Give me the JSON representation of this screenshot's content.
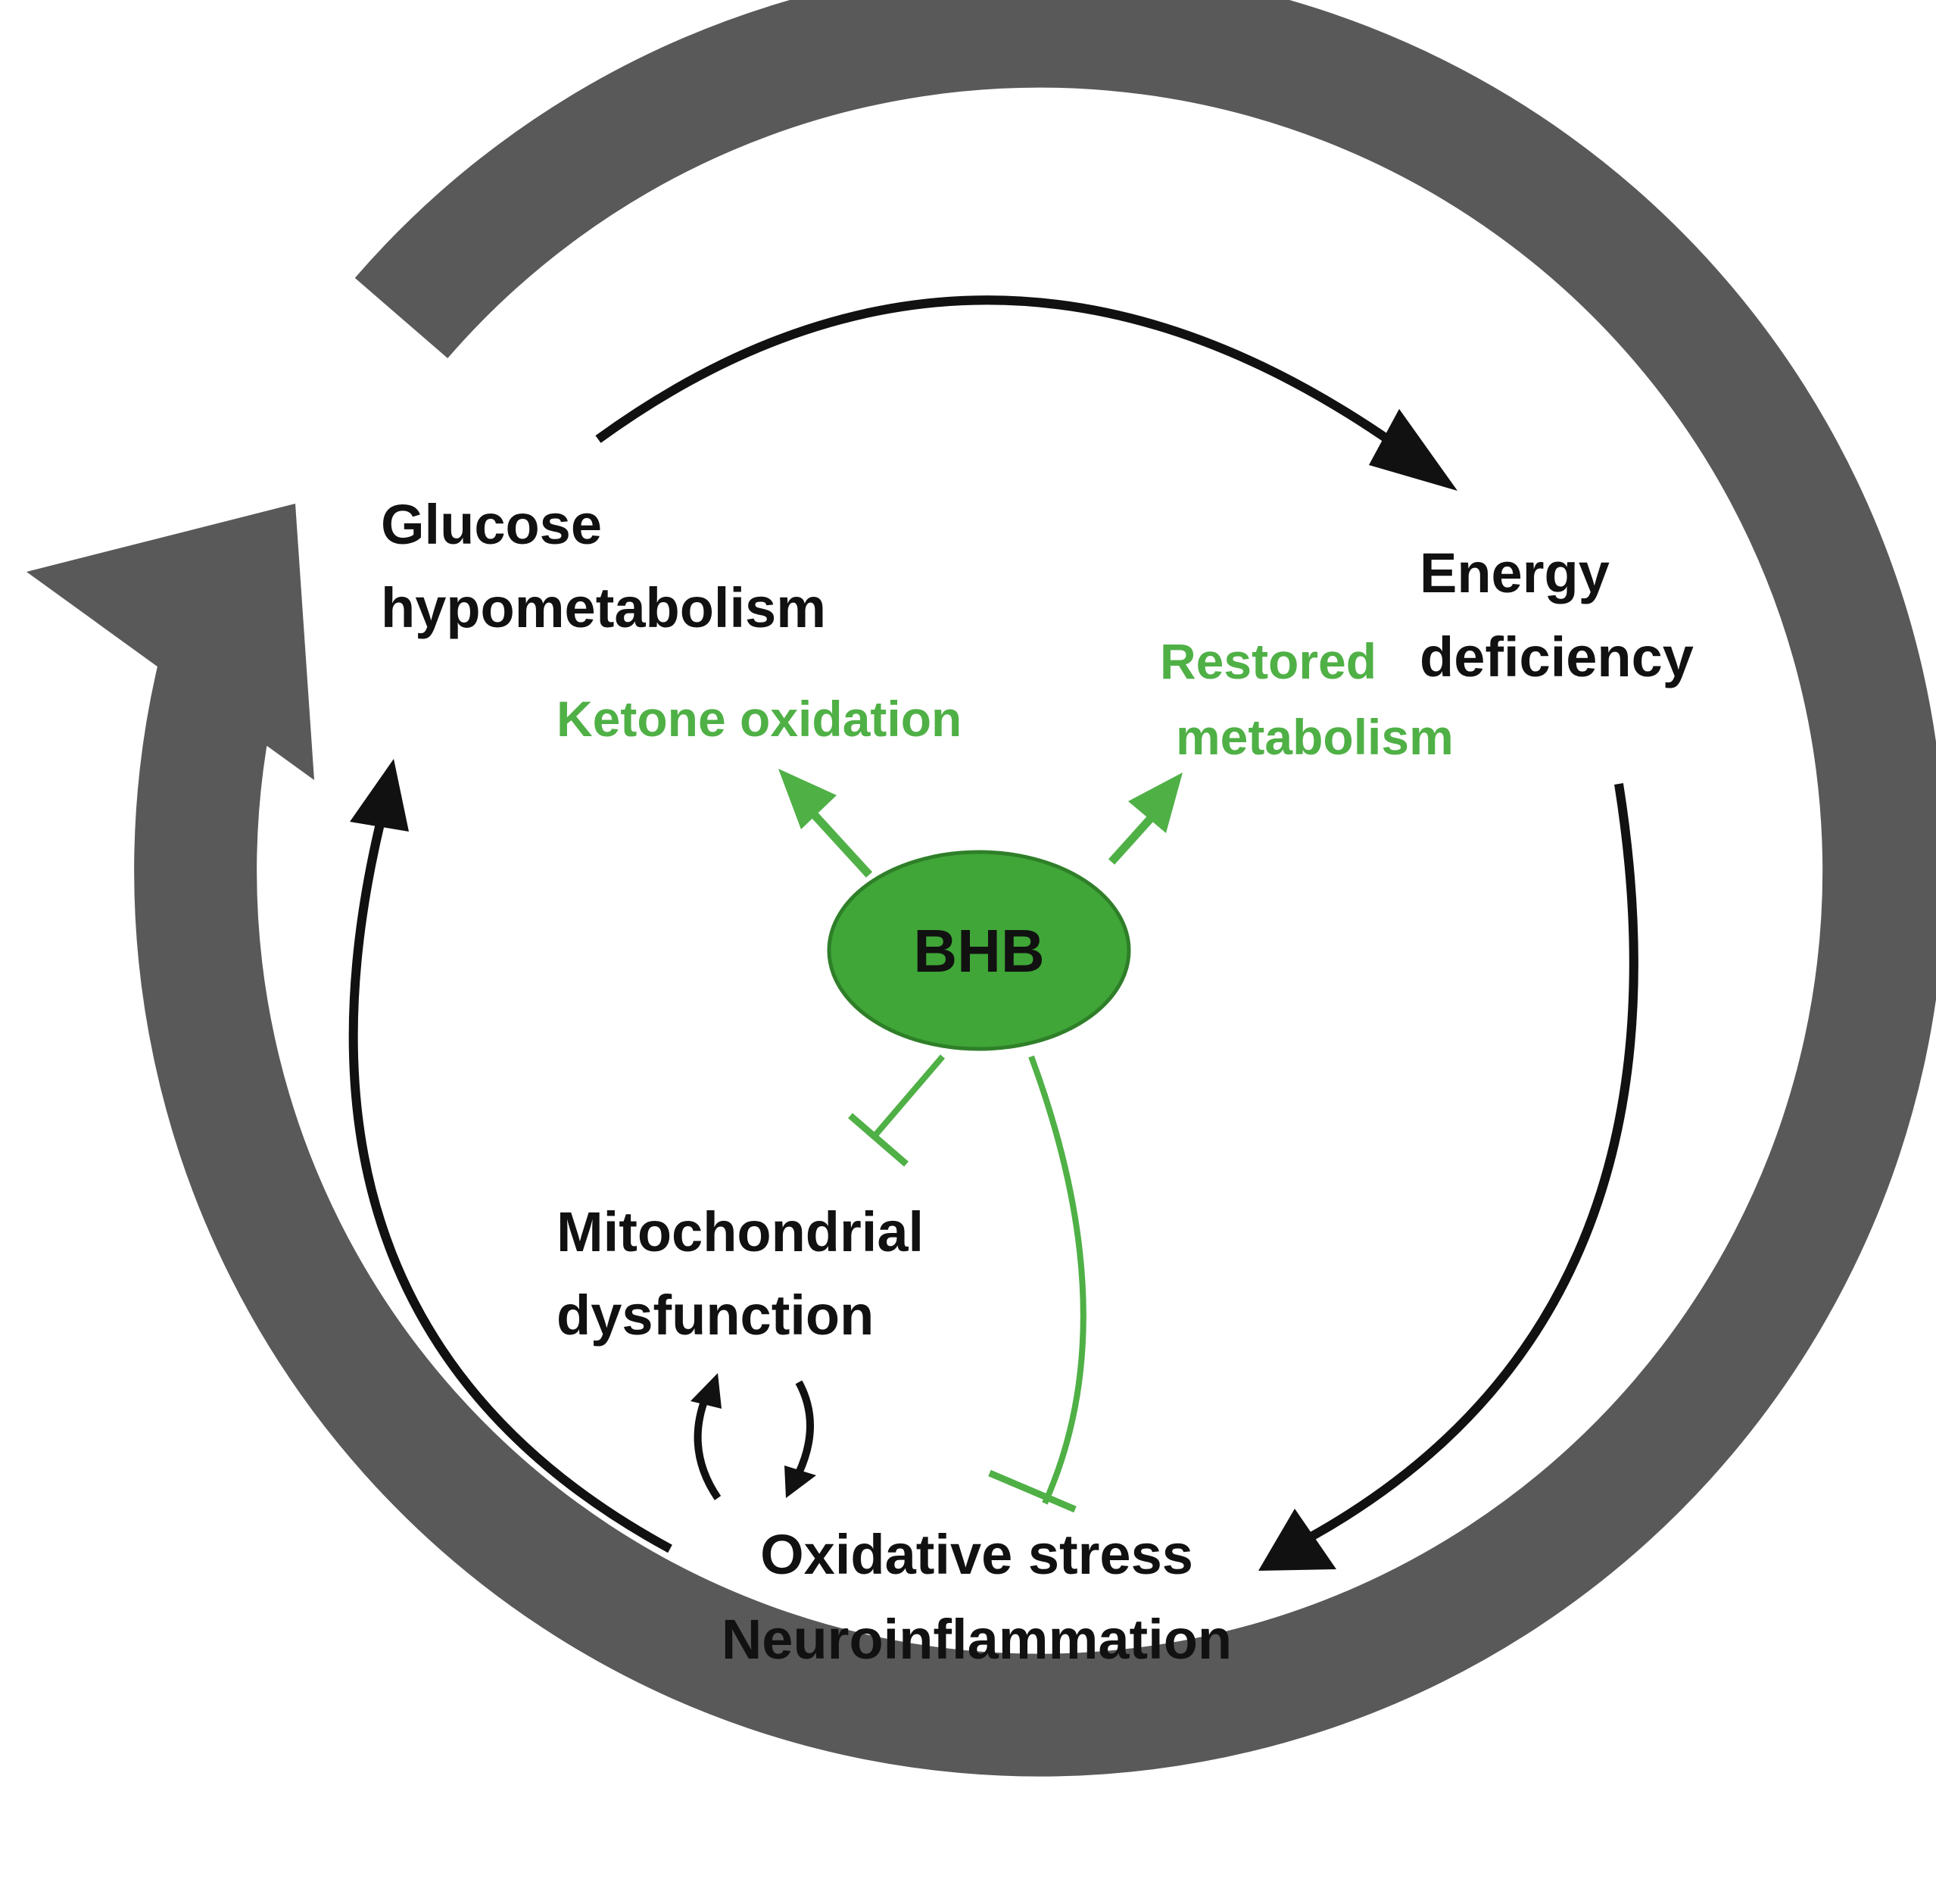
{
  "title": "Neurodegeneration",
  "nodes": {
    "glucose": [
      "Glucose",
      "hypometabolism"
    ],
    "energy": [
      "Energy",
      "deficiency"
    ],
    "mitochondrial": [
      "Mitochondrial",
      "dysfunction"
    ],
    "oxidative": [
      "Oxidative stress",
      "Neuroinflammation"
    ],
    "center": "BHB"
  },
  "effects": {
    "ketone_oxidation": "Ketone oxidation",
    "restored_metabolism": [
      "Restored",
      "metabolism"
    ]
  },
  "colors": {
    "ring": "#595959",
    "green": "#4fb046",
    "ellipse_fill": "#3fa637",
    "ellipse_stroke": "#2f7f29",
    "black": "#111111"
  }
}
